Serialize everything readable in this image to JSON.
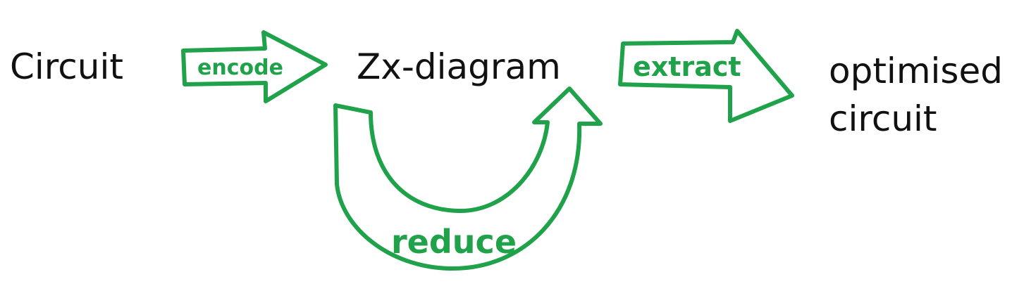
{
  "nodes": {
    "circuit": "Circuit",
    "zx_diagram": "Zx-diagram",
    "optimised_line1": "optimised",
    "optimised_line2": "circuit"
  },
  "arrows": {
    "encode": "encode",
    "extract": "extract",
    "reduce": "reduce"
  },
  "colors": {
    "arrow": "#1fa24a",
    "text": "#111111",
    "background": "#ffffff"
  }
}
